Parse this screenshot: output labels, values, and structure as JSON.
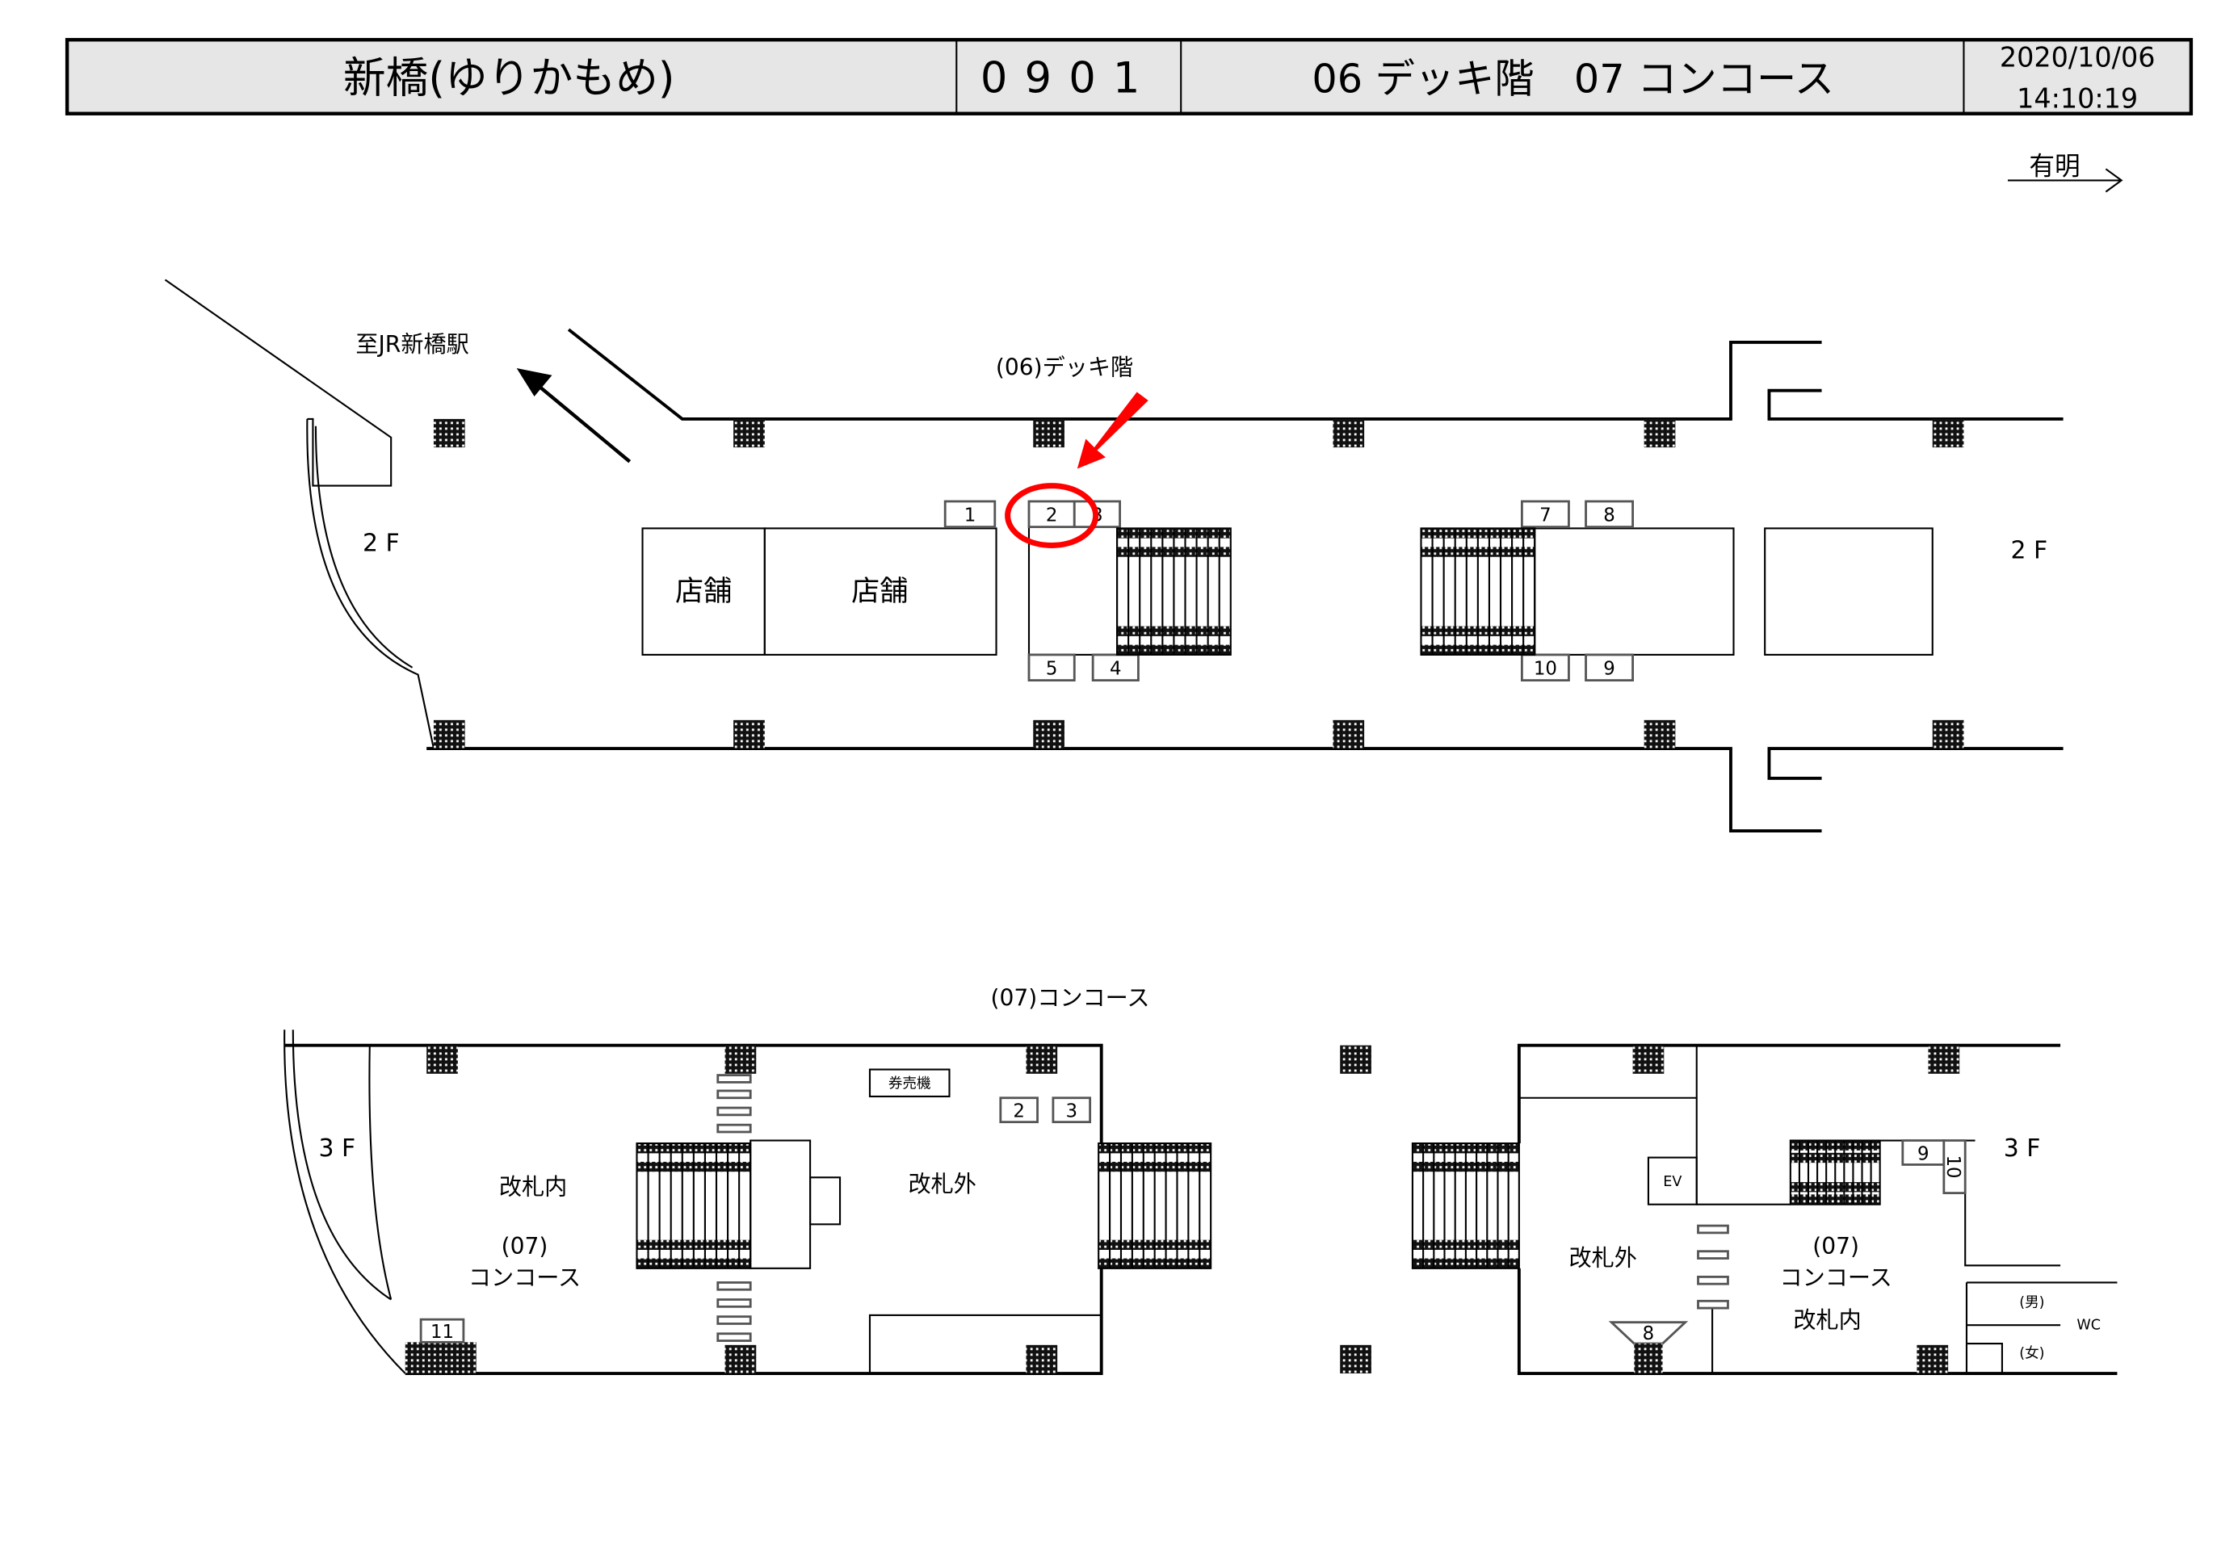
{
  "header": {
    "station": "新橋(ゆりかもめ)",
    "code": "0901",
    "floors": "06 デッキ階　07 コンコース",
    "date": "2020/10/06",
    "time": "14:10:19"
  },
  "direction": {
    "label": "有明"
  },
  "deck": {
    "title": "(06)デッキ階",
    "to_jr": "至JR新橋駅",
    "floor_left": "2 F",
    "floor_right": "2 F",
    "shop1": "店舗",
    "shop2": "店舗",
    "boxes": [
      "1",
      "2",
      "3",
      "4",
      "5",
      "7",
      "8",
      "9",
      "10"
    ],
    "highlighted": "2",
    "highlight_color": "#ff0000"
  },
  "concourse": {
    "title": "(07)コンコース",
    "floor_left": "3 F",
    "floor_right": "3 F",
    "left": {
      "inside": "改札内",
      "num": "(07)",
      "name": "コンコース",
      "outside": "改札外",
      "ticket": "券売機",
      "boxes": [
        "2",
        "3",
        "11"
      ]
    },
    "right": {
      "outside": "改札外",
      "num": "(07)",
      "name": "コンコース",
      "inside": "改札内",
      "ev": "EV",
      "wc": "WC",
      "men": "(男)",
      "women": "(女)",
      "boxes": [
        "8",
        "9",
        "10"
      ]
    }
  }
}
